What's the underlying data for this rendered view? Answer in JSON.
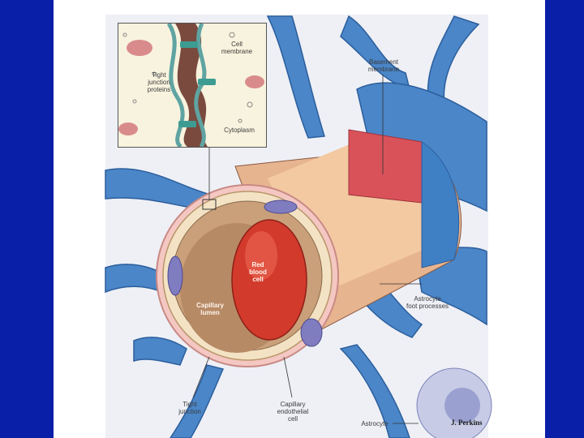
{
  "labels": {
    "cell_membrane": "Cell\nmembrane",
    "tight_junction_proteins": "Tight\njunction\nproteins",
    "cytoplasm": "Cytoplasm",
    "basement_membrane": "Basement\nmembrane",
    "red_blood_cell": "Red\nblood\ncell",
    "capillary_lumen": "Capillary\nlumen",
    "astrocyte_foot_processes": "Astrocyte\nfoot processes",
    "tight_junction": "Tight\njunction",
    "capillary_endothelial_cell": "Capillary\nendothelial\ncell",
    "astrocyte": "Astrocyte"
  },
  "credit": "J. Perkins",
  "colors": {
    "background_border": "#0a1fa8",
    "astrocyte_blue": "#3f7fc4",
    "basement_red": "#d9525a",
    "rbc_red": "#d23a2c",
    "inset_bg": "#f8f3de"
  }
}
